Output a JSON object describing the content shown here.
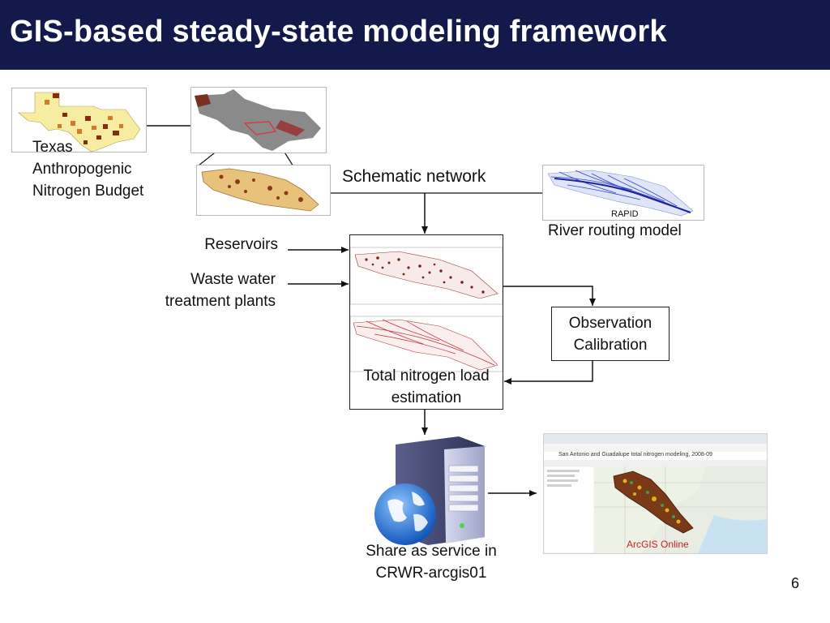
{
  "slide": {
    "title": "GIS-based steady-state modeling framework",
    "page_number": "6"
  },
  "labels": {
    "texas_budget": "Texas Anthropogenic Nitrogen Budget",
    "schematic_network": "Schematic network",
    "rapid": "RAPID",
    "river_routing": "River routing model",
    "reservoirs": "Reservoirs",
    "wwtp": "Waste water treatment plants",
    "observation": "Observation Calibration",
    "total_nitrogen": "Total nitrogen load estimation",
    "share_service": "Share as service in CRWR-arcgis01",
    "arcgis_online": "ArcGIS Online",
    "arcgis_map_title": "San Antonio and Guadalupe total nitrogen modeling, 2008-09"
  },
  "colors": {
    "title_bar": "#131a4b",
    "arcgis_label": "#cc1f1f",
    "network_blue": "#3344cc",
    "nitrogen_red": "#b03020"
  },
  "icons": [
    "server-globe-icon"
  ]
}
